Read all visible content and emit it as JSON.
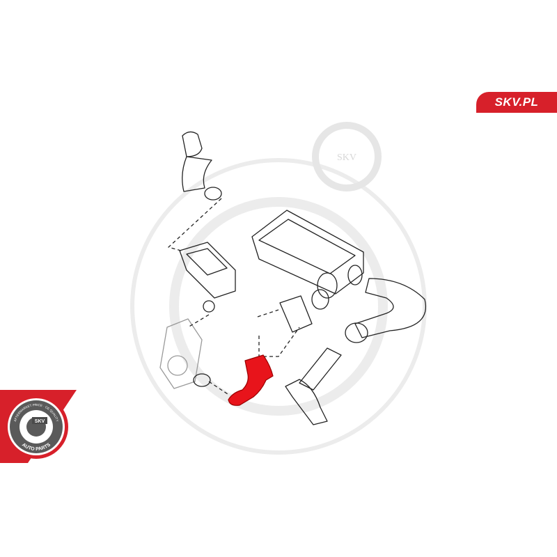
{
  "brand": {
    "site_label": "SKV.PL",
    "accent": "#d7202a"
  },
  "watermark": {
    "text": "SKV"
  },
  "badge": {
    "center_text": "SKV",
    "top_arc_text": "AFTERMARKET PRICE · OE QUALITY",
    "bottom_arc_text": "AUTO PARTS"
  },
  "highlight": {
    "part": "intake-hose",
    "color": "#e8141b"
  }
}
